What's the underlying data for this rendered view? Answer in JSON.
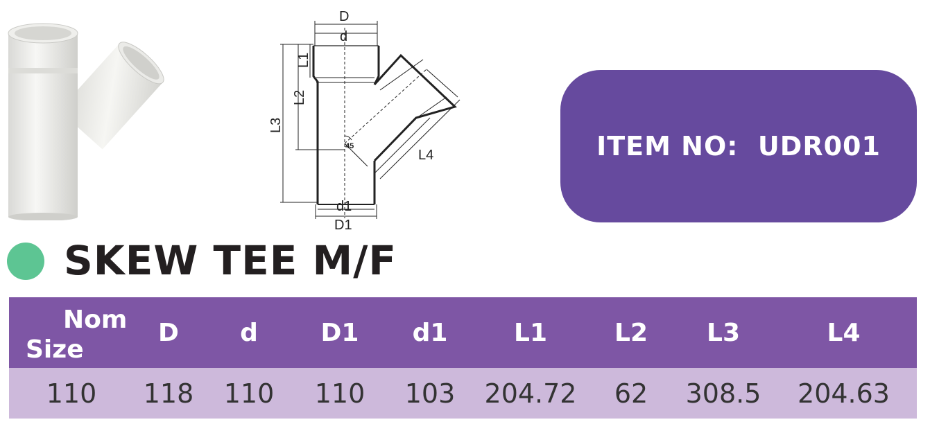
{
  "item_box": {
    "text": "ITEM NO:  UDR001"
  },
  "title": "SKEW TEE M/F",
  "drawing": {
    "labels": {
      "D": "D",
      "d": "d",
      "L1": "L1",
      "L2": "L2",
      "L3": "L3",
      "L4": "L4",
      "d1": "d1",
      "D1": "D1",
      "angle": "45"
    }
  },
  "table": {
    "header_nom_line1": "Nom",
    "header_nom_line2": "Size",
    "headers": [
      "D",
      "d",
      "D1",
      "d1",
      "L1",
      "L2",
      "L3",
      "L4"
    ],
    "row": [
      "110",
      "118",
      "110",
      "110",
      "103",
      "204.72",
      "62",
      "308.5",
      "204.63"
    ]
  },
  "colors": {
    "box_purple": "#664a9e",
    "header_purple": "#7e56a5",
    "row_lavender": "#cdb9db",
    "dot_green": "#5dc593"
  }
}
